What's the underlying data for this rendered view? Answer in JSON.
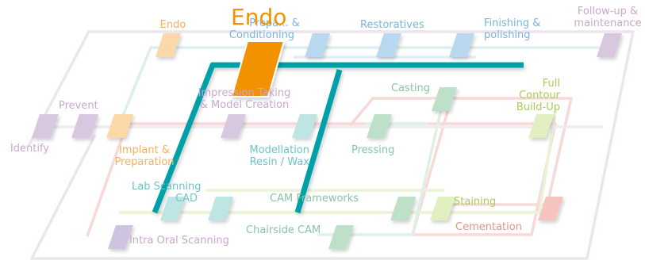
{
  "title": "Endo",
  "colors": {
    "accent": "#f39200",
    "teal": "#00a0a8",
    "lavender": "#d7c8e0",
    "lightTeal": "#a8dcdc",
    "lightBlue": "#a8d0ec",
    "salmon": "#f2b8b4",
    "lightGreen": "#dcebb4",
    "mint": "#b8dcc8",
    "peach": "#fbd8a8",
    "labelLavender": "#c8a8cc",
    "labelTeal": "#6cc4c8",
    "labelBlue": "#78b4de",
    "labelSalmon": "#e89088",
    "labelGreen": "#a8cc58",
    "labelOrange": "#f3b060",
    "labelGray": "#909098"
  },
  "labels": {
    "identify": "Identify",
    "prevent": "Prevent",
    "endo": "Endo",
    "conditioning_top": "Prepa... &",
    "conditioning": "Conditioning",
    "restoratives": "Restoratives",
    "finishing_1": "Finishing &",
    "finishing_2": "polishing",
    "followup_1": "Follow-up &",
    "followup_2": "maintenance",
    "impression_1": "Impression Taking",
    "impression_2": "& Model Creation",
    "casting": "Casting",
    "full_1": "Full",
    "full_2": "Contour",
    "full_3": "Build-Up",
    "implant_1": "Implant &",
    "implant_2": "Preparation",
    "modellation_1": "Modellation",
    "modellation_2": "Resin / Wax",
    "pressing": "Pressing",
    "lab_scanning": "Lab Scanning",
    "cad": "CAD",
    "cam_frameworks": "CAM Frameworks",
    "staining": "Staining",
    "chairside_cam": "Chairside CAM",
    "cementation": "Cementation",
    "intra_oral": "Intra Oral Scanning"
  }
}
